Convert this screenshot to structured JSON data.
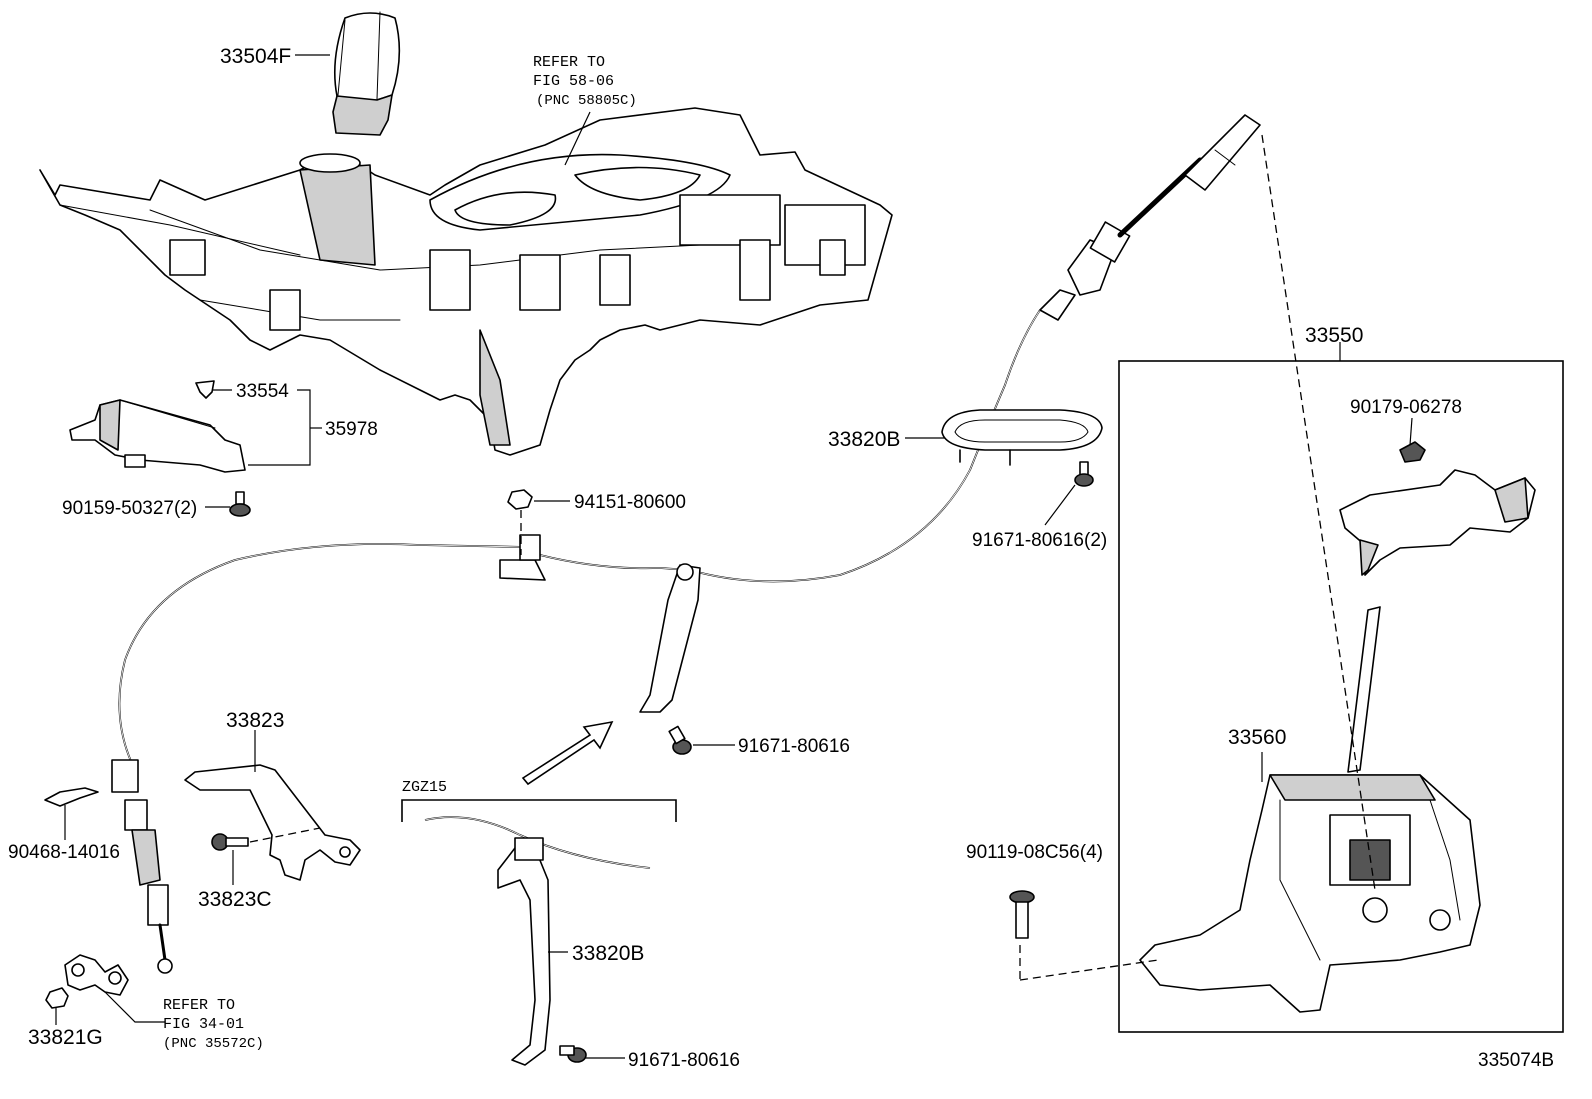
{
  "labels": {
    "knob": "33504F",
    "refer_top_1": "REFER TO",
    "refer_top_2": "FIG 58-06",
    "refer_top_3": "(PNC 58805C)",
    "clip_33554": "33554",
    "bracket_35978": "35978",
    "bolt_90159": "90159-50327(2)",
    "nut_94151": "94151-80600",
    "grommet_33820b": "33820B",
    "bolt_91671_a": "91671-80616(2)",
    "assy_33550": "33550",
    "clip_90179": "90179-06278",
    "bracket_33823": "33823",
    "bolt_91671_b": "91671-80616",
    "model_zgz15": "ZGZ15",
    "clip_90468": "90468-14016",
    "bolt_33823c": "33823C",
    "lever_33560": "33560",
    "bolt_90119": "90119-08C56(4)",
    "bracket_33820b_b": "33820B",
    "refer_bottom_1": "REFER TO",
    "refer_bottom_2": "FIG 34-01",
    "refer_bottom_3": "(PNC 35572C)",
    "nut_33821g": "33821G",
    "bolt_91671_c": "91671-80616",
    "figure_id": "335074B"
  }
}
